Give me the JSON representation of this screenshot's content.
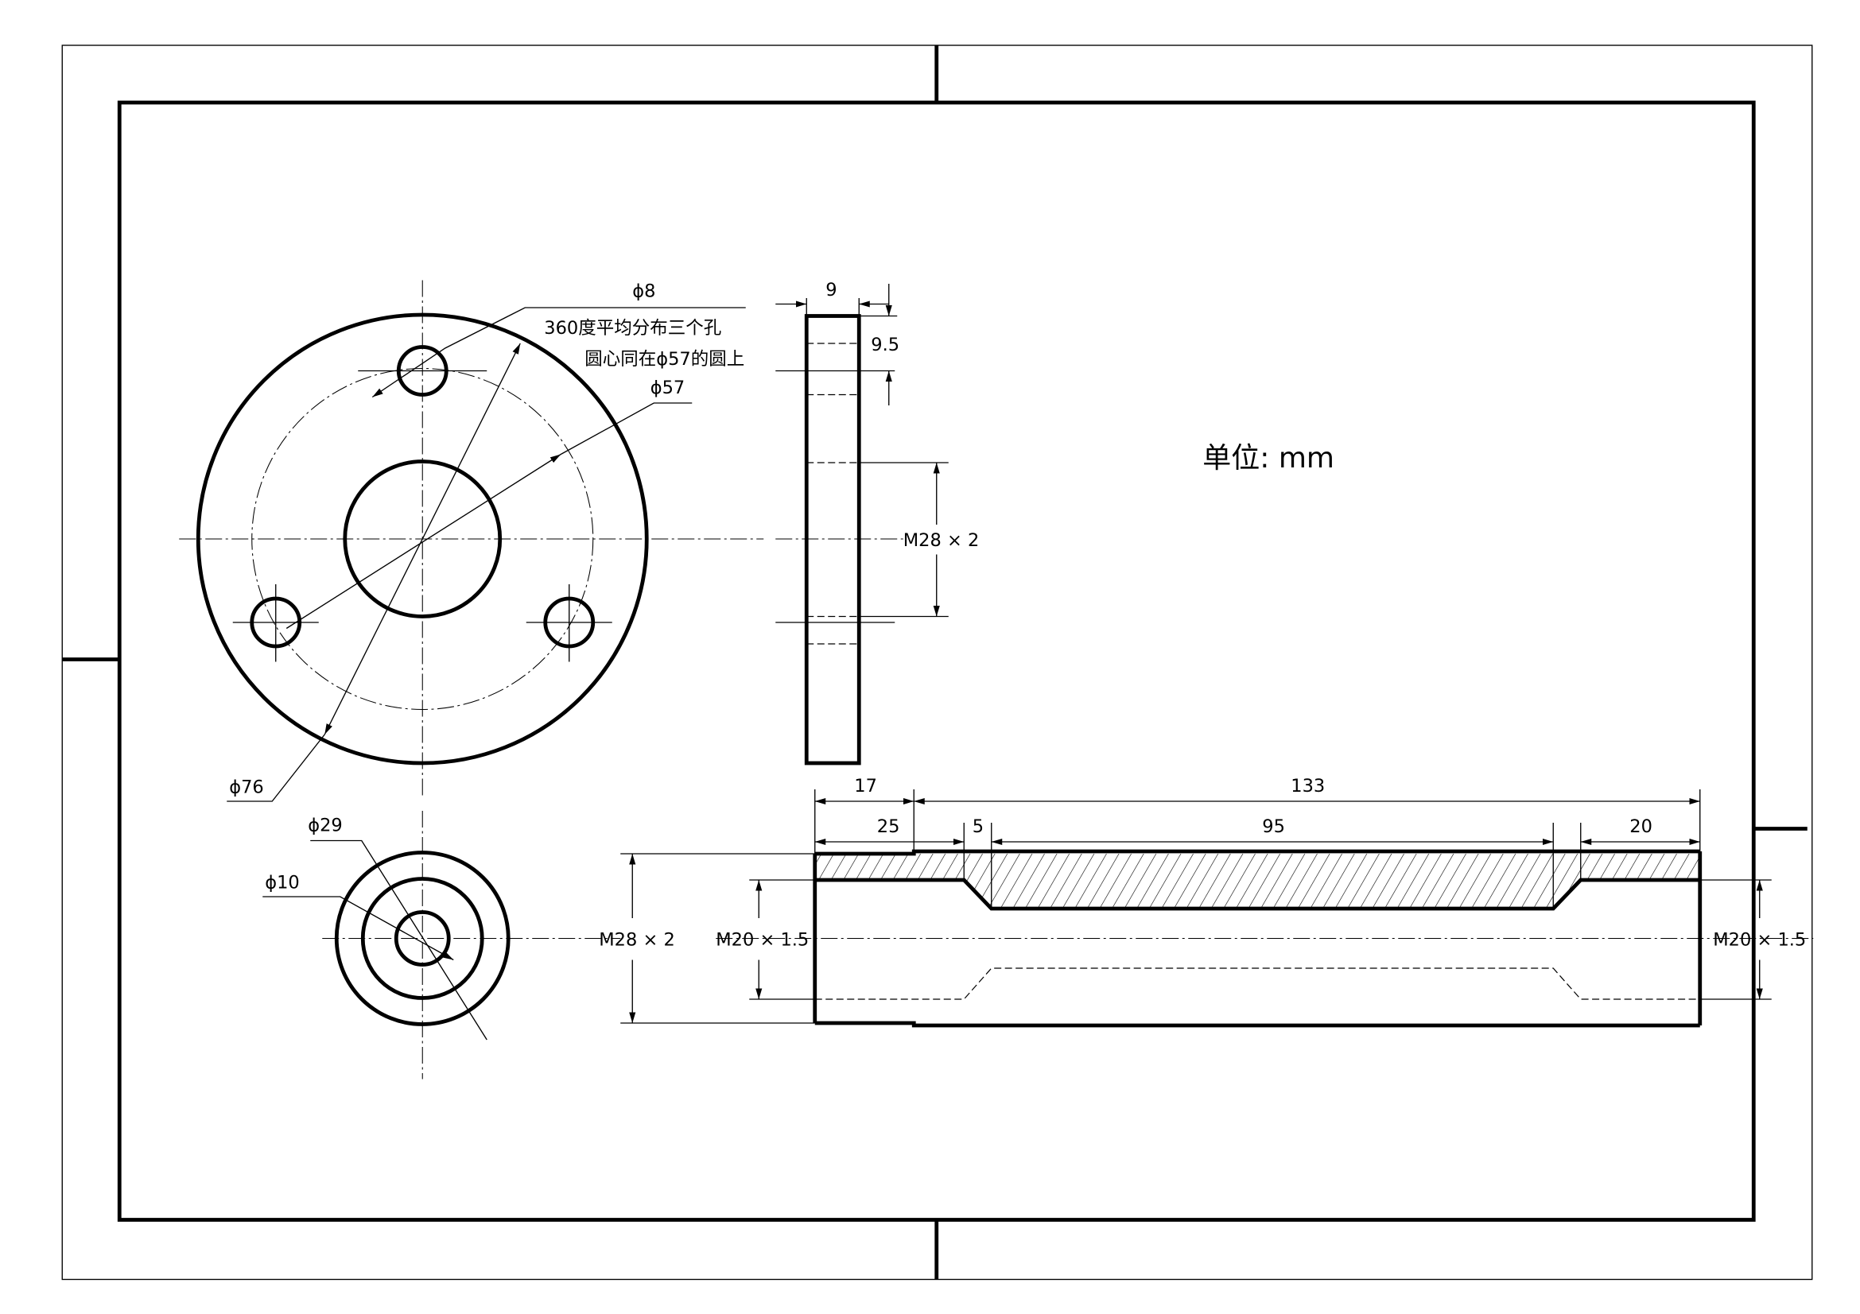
{
  "drawing": {
    "unit_note": "单位: mm",
    "flange": {
      "hole_dia": "ϕ8",
      "note_line1": "360度平均分布三个孔",
      "note_line2": "圆心同在ϕ57的圆上",
      "pcd": "ϕ57",
      "outer_dia": "ϕ76"
    },
    "side_view": {
      "thickness": "9",
      "hole_offset": "9.5",
      "thread": "M28 × 2"
    },
    "end_view": {
      "outer_dia": "ϕ29",
      "inner_dia": "ϕ10"
    },
    "tube": {
      "dim_17": "17",
      "dim_133": "133",
      "dim_25": "25",
      "dim_5": "5",
      "dim_95": "95",
      "dim_20": "20",
      "thread_outer": "M28 × 2",
      "thread_left": "M20 × 1.5",
      "thread_right": "M20 × 1.5"
    }
  }
}
